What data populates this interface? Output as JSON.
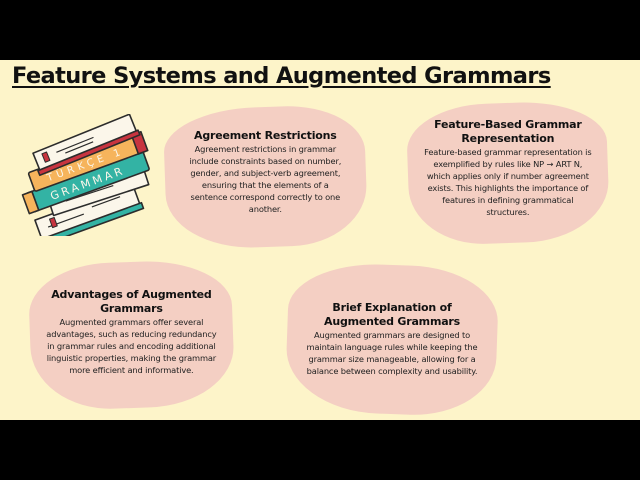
{
  "slide": {
    "title": "Feature Systems and Augmented Grammars",
    "illustration": {
      "label_top": "TÜRKÇE 1",
      "label_bottom": "GRAMMAR",
      "colors": {
        "orange_book": "#f6b45c",
        "teal_book": "#33b3a4",
        "red_spine": "#c8343f",
        "pages": "#fbf6ea",
        "outline": "#2c2c2c"
      }
    },
    "cards": [
      {
        "title": "Agreement Restrictions",
        "body": "Agreement restrictions in grammar include constraints based on number, gender, and subject-verb agreement, ensuring that the elements of a sentence correspond correctly to one another."
      },
      {
        "title": "Feature-Based Grammar Representation",
        "body": "Feature-based grammar representation is exemplified by rules like NP → ART N, which applies only if number agreement exists. This highlights the importance of features in defining grammatical structures."
      },
      {
        "title": "Advantages of Augmented Grammars",
        "body": "Augmented grammars offer several advantages, such as reducing redundancy in grammar rules and encoding additional linguistic properties, making the grammar more efficient and informative."
      },
      {
        "title": "Brief Explanation of Augmented Grammars",
        "body": "Augmented grammars are designed to maintain language rules while keeping the grammar size manageable, allowing for a balance between complexity and usability."
      }
    ],
    "colors": {
      "background": "#fdf4c9",
      "card": "#f4cfc3",
      "letterbox": "#000000"
    }
  }
}
